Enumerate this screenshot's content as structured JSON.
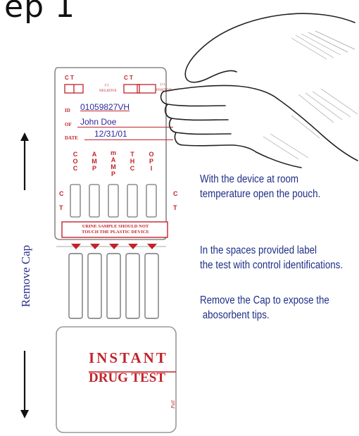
{
  "heading": "ep 1",
  "card": {
    "control_left": "C T",
    "control_right": "C T",
    "neg_mark": "(-)",
    "neg_label": "NEGATIVE",
    "pos_mark": "(+)",
    "pos_label": "POSITIVE",
    "id_label": "ID",
    "id_value": "01059827VH",
    "of_label": "OF",
    "of_value": "John Doe",
    "date_label": "DATE",
    "date_value": "12/31/01",
    "drugs": [
      {
        "letters": [
          "C",
          "O",
          "C"
        ]
      },
      {
        "letters": [
          "A",
          "M",
          "P"
        ]
      },
      {
        "letters": [
          "m",
          "A",
          "M",
          "P"
        ]
      },
      {
        "letters": [
          "T",
          "H",
          "C"
        ]
      },
      {
        "letters": [
          "O",
          "P",
          "I"
        ]
      }
    ],
    "ct_left_c": "C",
    "ct_left_t": "T",
    "ct_right_c": "C",
    "ct_right_t": "T",
    "warning_line1": "URINE SAMPLE SHOULD NOT",
    "warning_line2": "TOUCH THE PLASTIC DEVICE"
  },
  "cap": {
    "line1": "INSTANT",
    "line2": "DRUG TEST",
    "pull_label": "Pull"
  },
  "side_label": "Remove Cap",
  "instructions": [
    {
      "line1": "With the device at room",
      "line2": "temperature open the pouch."
    },
    {
      "line1": "In the spaces provided label",
      "line2": "the test with control identifications."
    },
    {
      "line1": "Remove the Cap to expose the",
      "line2": " abosorbent tips."
    }
  ],
  "colors": {
    "ink_blue": "#1f2f88",
    "device_red": "#c0242b"
  }
}
